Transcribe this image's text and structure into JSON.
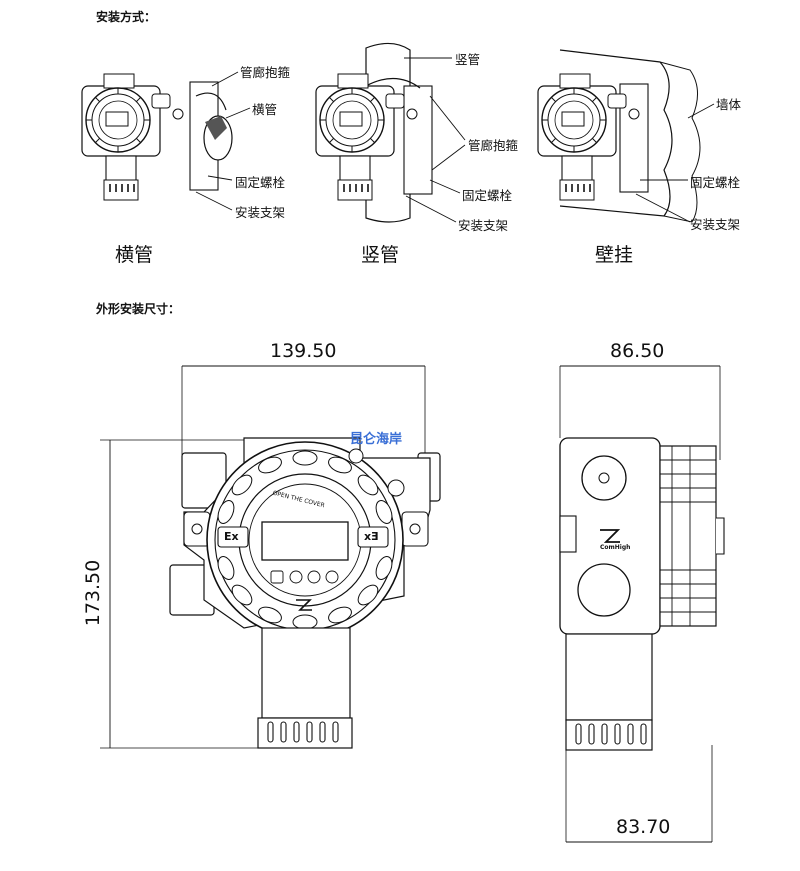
{
  "install_section": {
    "title": "安装方式：",
    "views": [
      {
        "caption": "横管",
        "callouts": [
          "管廊抱箍",
          "横管",
          "固定螺栓",
          "安装支架"
        ]
      },
      {
        "caption": "竖管",
        "callouts": [
          "竖管",
          "管廊抱箍",
          "固定螺栓",
          "安装支架"
        ]
      },
      {
        "caption": "壁挂",
        "callouts": [
          "墙体",
          "固定螺栓",
          "安装支架"
        ]
      }
    ]
  },
  "dimension_section": {
    "title": "外形安装尺寸：",
    "front_width": "139.50",
    "front_height": "173.50",
    "side_top_width": "86.50",
    "side_bottom_width": "83.70",
    "labels": {
      "ex_left": "Ex",
      "ex_right": "Ex",
      "cover_text": "OPEN THE COVER",
      "brand": "ComHigh"
    }
  },
  "watermark": "昆仑海岸"
}
